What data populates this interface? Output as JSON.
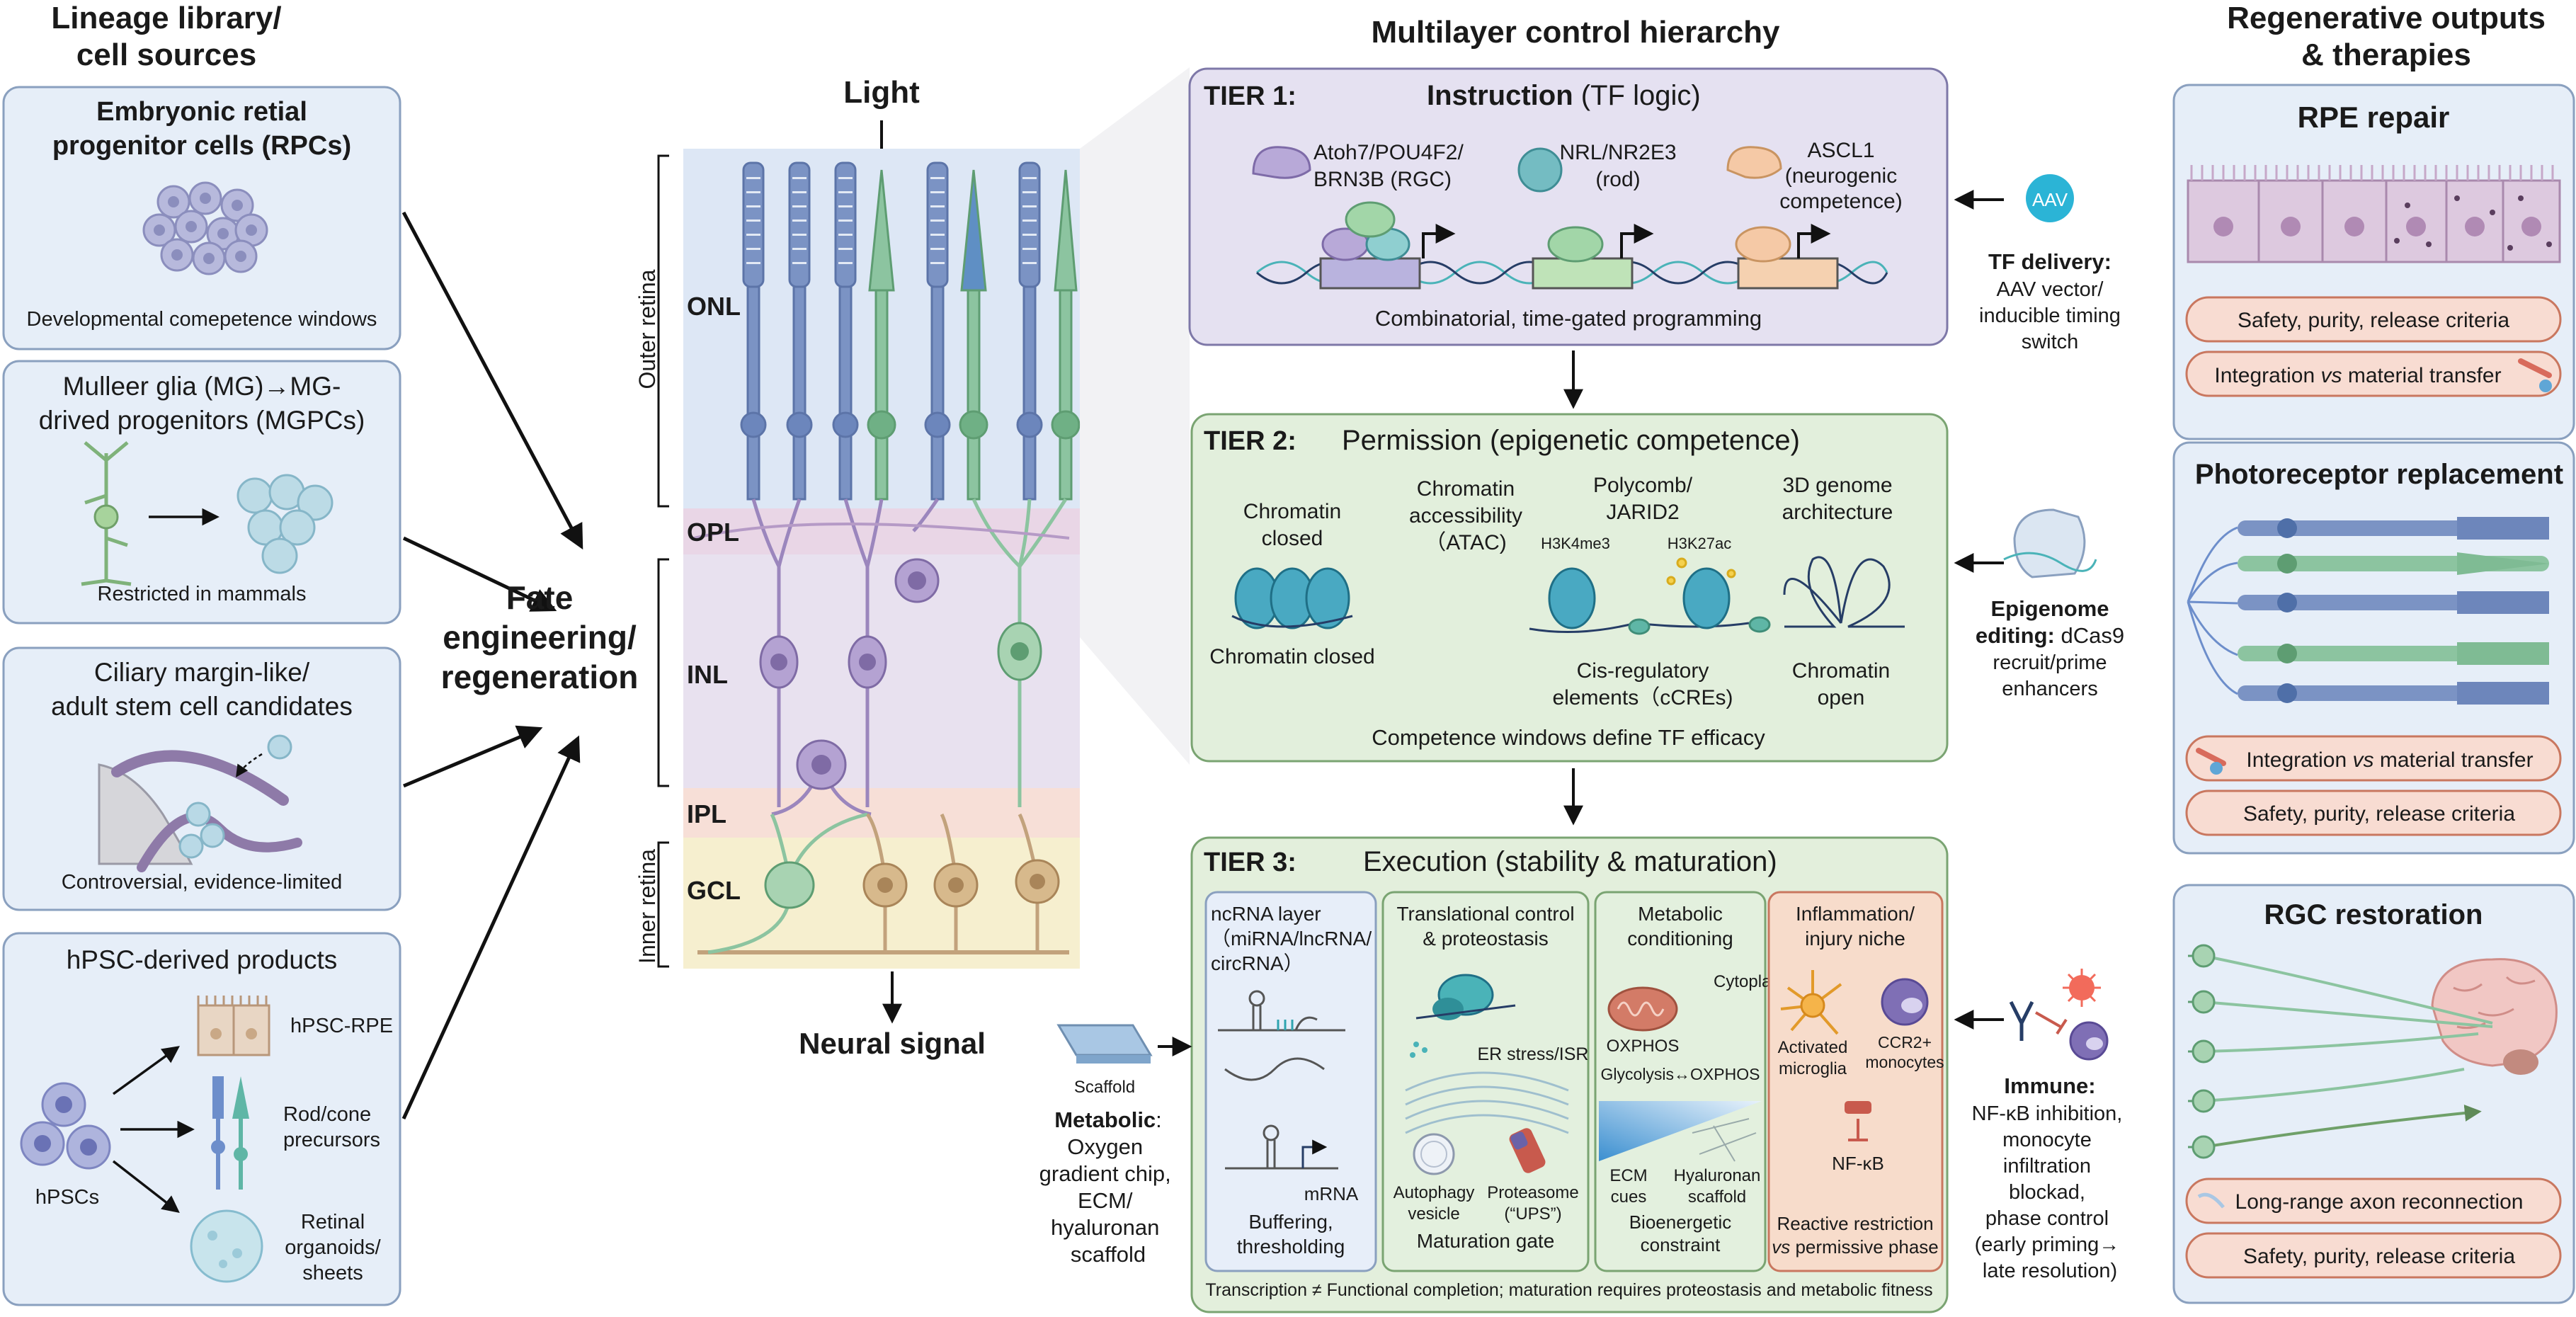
{
  "sections": {
    "lineage_header": [
      "Lineage library/",
      "cell sources"
    ],
    "hierarchy_header": "Multilayer control hierarchy",
    "outputs_header": [
      "Regenerative outputs",
      "& therapies"
    ]
  },
  "sources": {
    "embryonic": {
      "title": [
        "Embryonic retial",
        "progenitor cells (RPCs)"
      ],
      "note": "Developmental comepetence windows"
    },
    "muller": {
      "title": [
        "Mulleer glia (MG)→MG-",
        "drived progenitors (MGPCs)"
      ],
      "note": "Restricted in mammals"
    },
    "ciliary": {
      "title": [
        "Ciliary margin-like/",
        "adult stem cell candidates"
      ],
      "note": "Controversial, evidence-limited"
    },
    "hpsc": {
      "title": "hPSC-derived products",
      "cells_label": "hPSCs",
      "rpe": "hPSC-RPE",
      "precursors": [
        "Rod/cone",
        "precursors"
      ],
      "organoids": [
        "Retinal",
        "organoids/",
        "sheets"
      ]
    }
  },
  "fate": [
    "Fate",
    "engineering/",
    "regeneration"
  ],
  "retina": {
    "light": "Light",
    "neural_signal": "Neural signal",
    "outer_label": "Outer retina",
    "inner_label": "Inner retina",
    "layers": [
      "ONL",
      "OPL",
      "INL",
      "IPL",
      "GCL"
    ],
    "colors": {
      "onl_bg": "#dde7f5",
      "opl_bg": "#e9d6e6",
      "inl_bg": "#e8e1ef",
      "ipl_bg": "#f7dfd7",
      "gcl_bg": "#f6efcf",
      "rod": "#7b93c4",
      "cone": "#8cc4a0",
      "bipolar": "#9b86bd",
      "ganglion": "#c2a27c"
    }
  },
  "tier1": {
    "tier": "TIER 1:",
    "title_bold": "Instruction",
    "title_rest": " (TF logic)",
    "tf1": [
      "Atoh7/POU4F2/",
      "BRN3B (RGC)"
    ],
    "tf2": [
      "NRL/NR2E3",
      "(rod)"
    ],
    "tf3": [
      "ASCL1",
      "(neurogenic",
      "competence)"
    ],
    "caption": "Combinatorial, time-gated programming"
  },
  "tier2": {
    "tier": "TIER 2:",
    "title": "Permission (epigenetic competence)",
    "closed_top": [
      "Chromatin",
      "closed"
    ],
    "atac": [
      "Chromatin",
      "accessibility",
      "（ATAC)"
    ],
    "polycomb": [
      "Polycomb/",
      "JARID2"
    ],
    "genome3d": [
      "3D genome",
      "architecture"
    ],
    "h3k4": "H3K4me3",
    "h3k27": "H3K27ac",
    "closed_bottom": "Chromatin closed",
    "ccre": [
      "Cis-regulatory",
      "elements（cCREs)"
    ],
    "open": [
      "Chromatin",
      "open"
    ],
    "caption": "Competence windows define TF efficacy"
  },
  "tier3": {
    "tier": "TIER 3:",
    "title": "Execution (stability & maturation)",
    "ncrna": {
      "title": [
        "ncRNA layer",
        "（miRNA/lncRNA/",
        "circRNA）"
      ],
      "mrna": "mRNA",
      "caption": [
        "Buffering,",
        "thresholding"
      ]
    },
    "translational": {
      "title": [
        "Translational control",
        "& proteostasis"
      ],
      "er": "ER stress/ISR",
      "autophagy": [
        "Autophagy",
        "vesicle"
      ],
      "proteasome": [
        "Proteasome",
        "(“UPS”)"
      ],
      "caption": "Maturation gate"
    },
    "metabolic": {
      "title": [
        "Metabolic",
        "conditioning"
      ],
      "cytoplasm": "Cytoplasm",
      "oxphos": "OXPHOS",
      "glyco": "Glycolysis↔OXPHOS",
      "ecm": [
        "ECM",
        "cues"
      ],
      "hyaluronan": [
        "Hyaluronan",
        "scaffold"
      ],
      "caption": [
        "Bioenergetic",
        "constraint"
      ]
    },
    "inflammation": {
      "title": [
        "Inflammation/",
        "injury niche"
      ],
      "microglia": [
        "Activated",
        "microglia"
      ],
      "ccr2": [
        "CCR2+",
        "monocytes"
      ],
      "nfkb": "NF-κB",
      "caption_a": "Reactive restriction",
      "caption_vs": "vs",
      "caption_b": " permissive phase"
    },
    "footer": "Transcription ≠ Functional completion; maturation requires proteostasis and metabolic fitness"
  },
  "side_inputs": {
    "aav": "AAV",
    "tf_delivery": {
      "title": "TF delivery:",
      "lines": [
        "AAV vector/",
        "inducible timing",
        "switch"
      ]
    },
    "epigenome": {
      "title1": "Epigenome",
      "title2": "editing:",
      "inline": " dCas9",
      "lines": [
        "recruit/prime",
        "enhancers"
      ]
    },
    "immune": {
      "title": "Immune:",
      "lines": [
        "NF-κB inhibition,",
        "monocyte",
        "infiltration",
        "blockad,",
        "phase control",
        "(early priming→",
        "late resolution)"
      ]
    },
    "scaffold": "Scaffold",
    "metabolic": {
      "title": "Metabolic",
      "colon": ":",
      "lines": [
        "Oxygen",
        "gradient chip,",
        "ECM/",
        "hyaluronan",
        "scaffold"
      ]
    }
  },
  "outputs": {
    "rpe": {
      "title": "RPE repair",
      "p1": "Safety, purity, release criteria",
      "p2a": "Integration ",
      "p2vs": "vs",
      "p2b": " material transfer"
    },
    "photoreceptor": {
      "title": "Photoreceptor replacement",
      "p1a": "Integration ",
      "p1vs": "vs",
      "p1b": " material transfer",
      "p2": "Safety, purity, release criteria"
    },
    "rgc": {
      "title": "RGC restoration",
      "p1": "Long-range axon reconnection",
      "p2": "Safety, purity, release criteria"
    }
  },
  "colors": {
    "source_box": "#e6eef8",
    "source_border": "#8aa0bf",
    "tier1": "#e5e1f1",
    "tier2": "#e2efdc",
    "tier3": "#e3efdc",
    "inflam": "#f7dccb",
    "pill": "#f8dcd2",
    "pill_border": "#c9775f",
    "aav": "#2bb4d6",
    "dna_teal": "#4ab3b8"
  }
}
